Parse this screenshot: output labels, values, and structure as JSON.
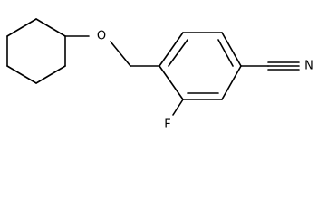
{
  "structure": {
    "atoms": {
      "oxygen": "O",
      "nitrogen": "N",
      "fluorine": "F"
    },
    "colors": {
      "bond": "#000000",
      "background": "#ffffff"
    }
  }
}
